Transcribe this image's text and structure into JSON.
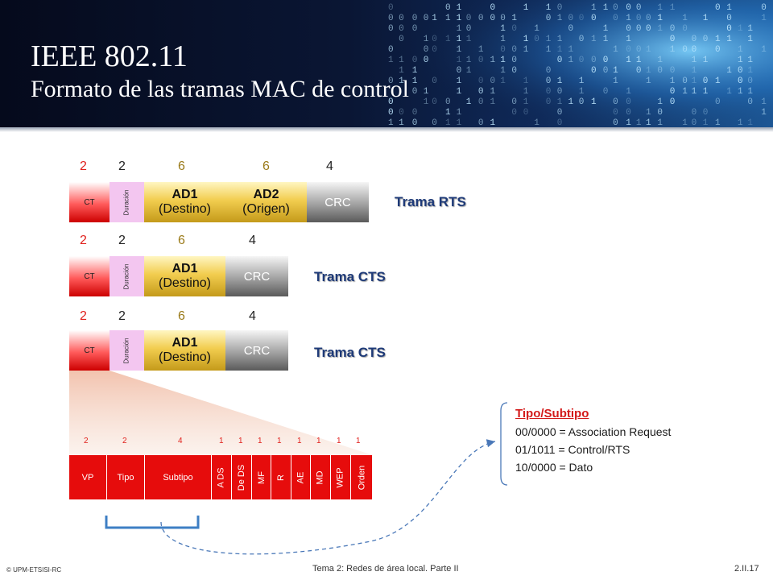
{
  "header": {
    "title": "IEEE 802.11",
    "subtitle": "Formato de las tramas MAC de control"
  },
  "rts": {
    "sizes": [
      "2",
      "2",
      "6",
      "6",
      "4"
    ],
    "fields": {
      "ct": "CT",
      "duracion": "Duración",
      "ad1_name": "AD1",
      "ad1_sub": "(Destino)",
      "ad2_name": "AD2",
      "ad2_sub": "(Origen)",
      "crc": "CRC"
    },
    "label": "Trama RTS"
  },
  "cts1": {
    "sizes": [
      "2",
      "2",
      "6",
      "4"
    ],
    "fields": {
      "ct": "CT",
      "duracion": "Duración",
      "ad1_name": "AD1",
      "ad1_sub": "(Destino)",
      "crc": "CRC"
    },
    "label": "Trama CTS"
  },
  "cts2": {
    "sizes": [
      "2",
      "2",
      "6",
      "4"
    ],
    "fields": {
      "ct": "CT",
      "duracion": "Duración",
      "ad1_name": "AD1",
      "ad1_sub": "(Destino)",
      "crc": "CRC"
    },
    "label": "Trama CTS"
  },
  "frame_control": {
    "bits": [
      "2",
      "2",
      "4",
      "1",
      "1",
      "1",
      "1",
      "1",
      "1",
      "1",
      "1"
    ],
    "fields": [
      "VP",
      "Tipo",
      "Subtipo",
      "A DS",
      "De DS",
      "MF",
      "R",
      "AE",
      "MD",
      "WEP",
      "Orden"
    ]
  },
  "info": {
    "heading": "Tipo/Subtipo",
    "lines": [
      "00/0000 = Association Request",
      "01/1011 = Control/RTS",
      "10/0000 = Dato"
    ]
  },
  "footer": {
    "left": "© UPM-ETSISI-RC",
    "center": "Tema 2: Redes de área local. Parte II",
    "right": "2.II.17"
  },
  "colors": {
    "ct": "#e60c0c",
    "duracion": "#f3c6f0",
    "address": "#f2cd4f",
    "crc": "#8a8a8a",
    "trama_label": "#1e3a78",
    "size_red": "#e0201c",
    "size_olive": "#9a7a18",
    "header_bg": "#0a1634",
    "connector": "#4a78b8"
  }
}
